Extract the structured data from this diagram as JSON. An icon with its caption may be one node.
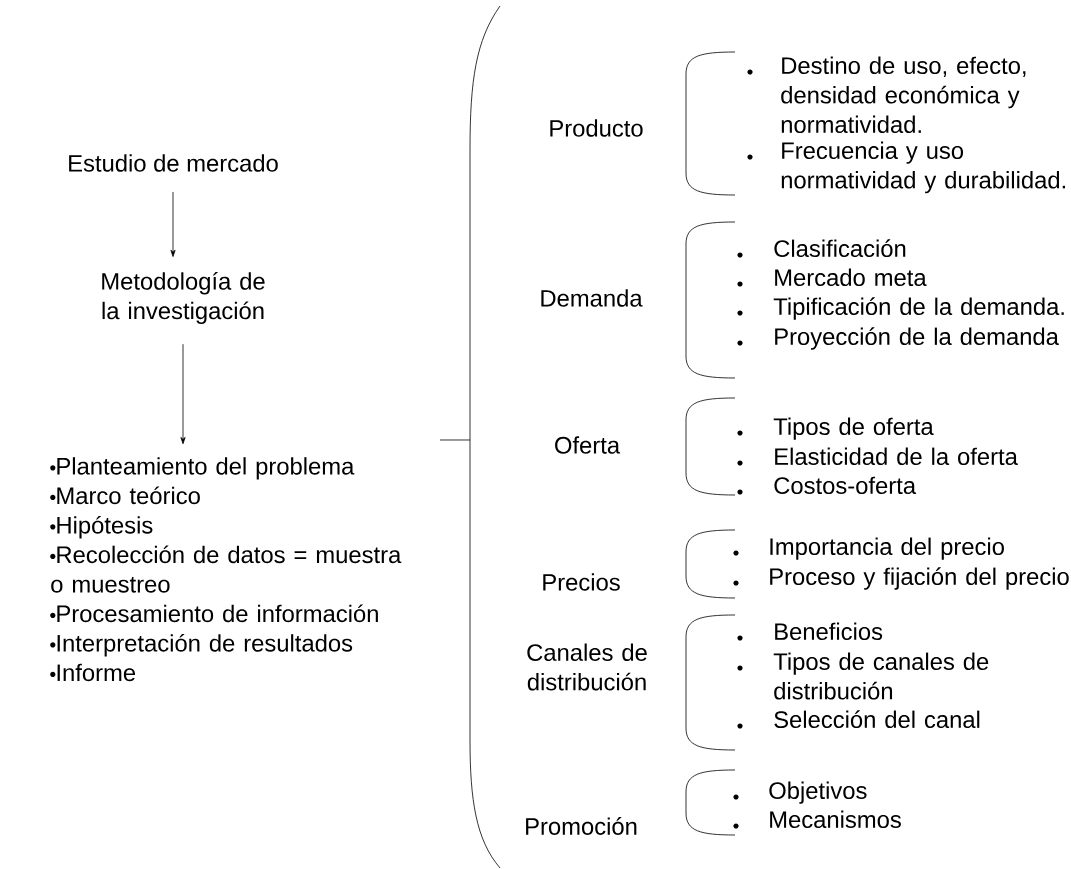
{
  "diagram": {
    "nodes": [
      {
        "text": [
          "Estudio de mercado"
        ]
      },
      {
        "text": [
          "Metodología de la investigación"
        ]
      },
      {
        "text": [
          "Planteamiento del problema",
          "Marco teórico",
          "Hipótesis",
          "Recolección de datos = muestra o muestreo",
          "Procesamiento de información",
          "Interpretación de resultados",
          "Informe"
        ]
      }
    ],
    "edges": [
      {
        "from": 0,
        "to": 1,
        "arrow": "to"
      },
      {
        "from": 1,
        "to": 2,
        "arrow": "to"
      }
    ],
    "labels": [
      "Producto",
      "Destino de uso, efecto, densidad económica y normatividad.",
      "Frecuencia y uso normatividad y durabilidad.",
      "Demanda",
      "Clasificación",
      "Mercado meta",
      "Tipificación de la demanda.",
      "Proyección de la demanda",
      "Oferta",
      "Tipos de oferta",
      "Elasticidad de la oferta",
      "Costos-oferta",
      "Precios",
      "Importancia del precio",
      "Proceso y fijación del precio",
      "Canales de distribución",
      "Beneficios",
      "Tipos de canales de distribución",
      "Selección del canal",
      "Promoción",
      "Objetivos",
      "Mecanismos"
    ]
  }
}
